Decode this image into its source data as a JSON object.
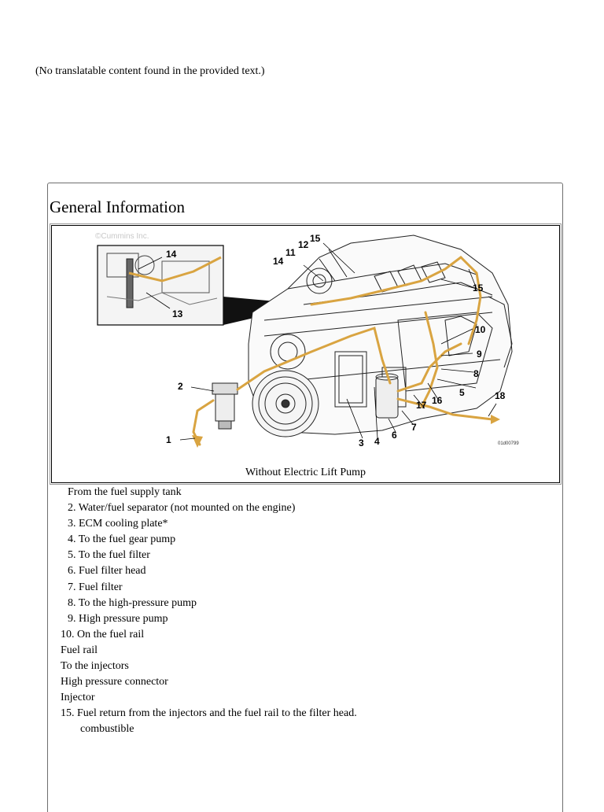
{
  "top_note": "(No translatable content found in the provided text.)",
  "section": {
    "title": "General Information",
    "figure": {
      "watermark": "©Cummins Inc.",
      "figure_code": "01d00799",
      "caption": "Without Electric Lift Pump",
      "callouts": {
        "c1": "1",
        "c2": "2",
        "c3": "3",
        "c4": "4",
        "c5": "5",
        "c6": "6",
        "c7": "7",
        "c8": "8",
        "c9": "9",
        "c10": "10",
        "c11": "11",
        "c12": "12",
        "c13": "13",
        "c14": "14",
        "c14_inset": "14",
        "c15": "15",
        "c15_right": "15",
        "c16": "16",
        "c17": "17",
        "c18": "18"
      },
      "fuel_line_color": "#d9a441"
    },
    "legend": [
      "From the fuel supply tank",
      "2. Water/fuel separator (not mounted on the engine)",
      "3. ECM cooling plate*",
      "4. To the fuel gear pump",
      "5. To the fuel filter",
      "6. Fuel filter head",
      "7. Fuel filter",
      "8. To the high-pressure pump",
      "9. High pressure pump",
      "10. On the fuel rail",
      "Fuel rail",
      "To the injectors",
      "High pressure connector",
      "Injector",
      "15. Fuel return from the injectors and the fuel rail to the filter head.",
      "combustible"
    ]
  }
}
